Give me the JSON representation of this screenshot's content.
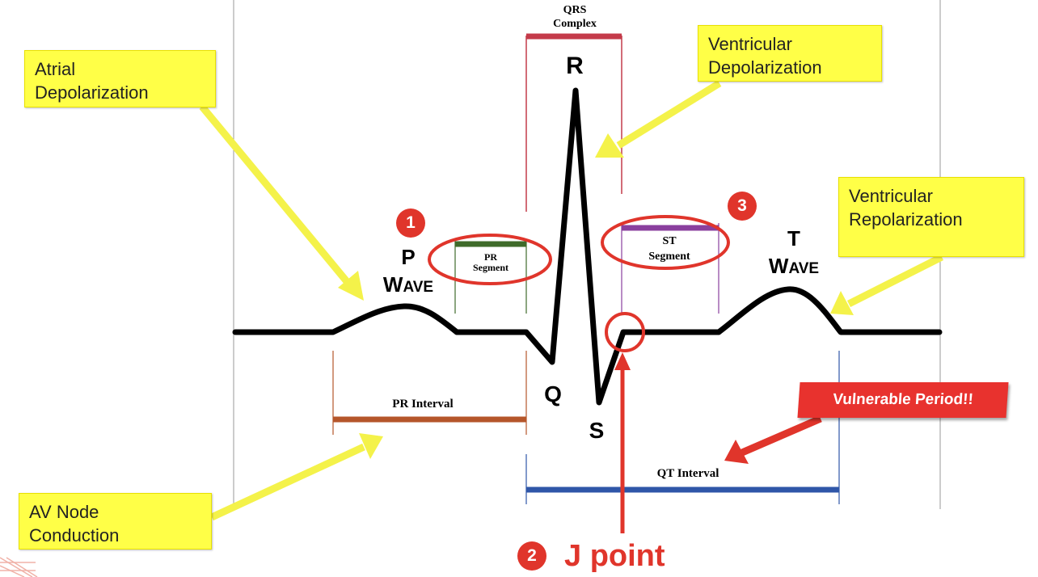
{
  "labels": {
    "qrs_line1": "QRS",
    "qrs_line2": "Complex",
    "r": "R",
    "q": "Q",
    "s": "S",
    "p_letter": "P",
    "p_wave_w": "W",
    "p_wave_rest": "AVE",
    "t_letter": "T",
    "t_wave_w": "W",
    "t_wave_rest": "AVE",
    "pr_segment_line1": "PR",
    "pr_segment_line2": "Segment",
    "st_segment_line1": "ST",
    "st_segment_line2": "Segment",
    "pr_interval": "PR Interval",
    "qt_interval": "QT Interval"
  },
  "callouts": {
    "atrial_line1": "Atrial",
    "atrial_line2": "Depolarization",
    "ventricular_dep_line1": "Ventricular",
    "ventricular_dep_line2": "Depolarization",
    "ventricular_rep_line1": "Ventricular",
    "ventricular_rep_line2": "Repolarization",
    "av_line1": "AV Node",
    "av_line2": "Conduction",
    "vulnerable": "Vulnerable Period!!"
  },
  "badges": {
    "one": "1",
    "two": "2",
    "three": "3"
  },
  "j_point": "J point",
  "colors": {
    "trace": "#000000",
    "callout": "#ffff47",
    "arrow": "#f4f24a",
    "highlight": "#e0352b",
    "qrs_bar": "#c43b4a",
    "pr_segment_bar": "#3f6b2a",
    "st_segment_bar": "#8a3f9e",
    "pr_interval_bar": "#b5562a",
    "qt_interval_bar": "#2f56a8"
  }
}
